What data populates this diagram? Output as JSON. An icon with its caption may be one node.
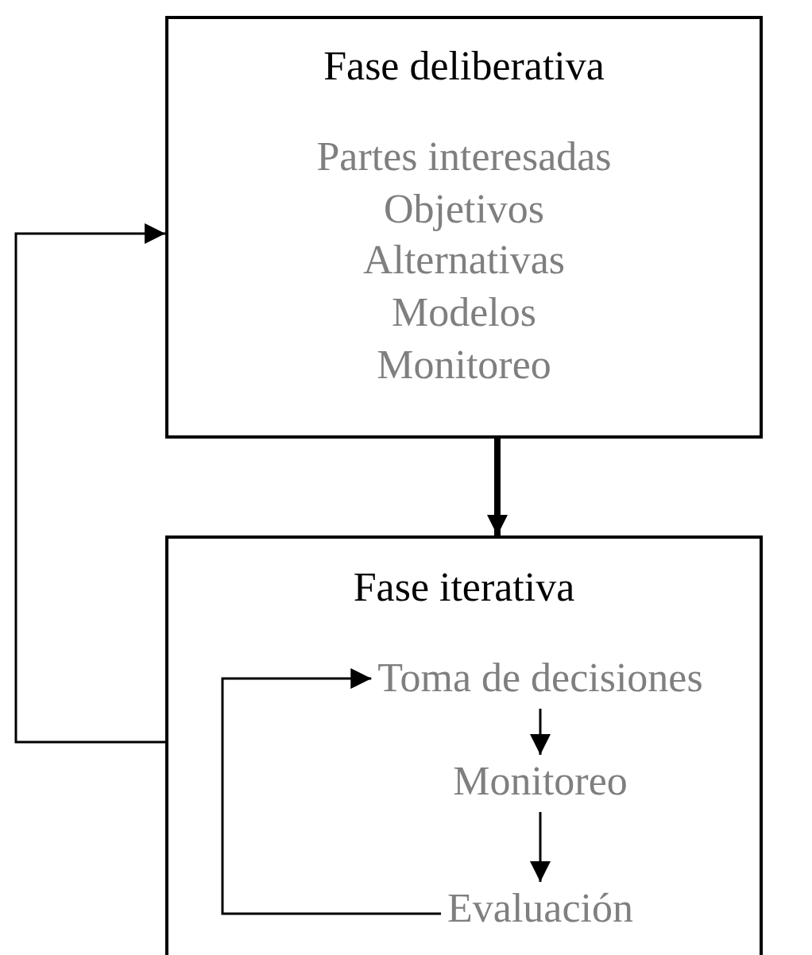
{
  "diagram": {
    "nodes": [
      {
        "text": [
          "Fase deliberativa",
          "Partes interesadas",
          "Objetivos",
          "Alternativas",
          "Modelos",
          "Monitoreo"
        ]
      },
      {
        "text": [
          "Fase iterativa"
        ]
      },
      {
        "text": [
          "Toma de decisiones"
        ],
        "in": 1
      },
      {
        "text": [
          "Monitoreo"
        ],
        "in": 1
      },
      {
        "text": [
          "Evaluación"
        ],
        "in": 1
      }
    ],
    "edges": [
      {
        "from": 1,
        "to": 0,
        "arrow": "to"
      },
      {
        "from": 0,
        "to": 1,
        "arrow": "to",
        "style": "thick"
      },
      {
        "from": 2,
        "to": 3,
        "arrow": "to"
      },
      {
        "from": 3,
        "to": 4,
        "arrow": "to"
      },
      {
        "from": 4,
        "to": 2,
        "arrow": "to"
      }
    ]
  }
}
